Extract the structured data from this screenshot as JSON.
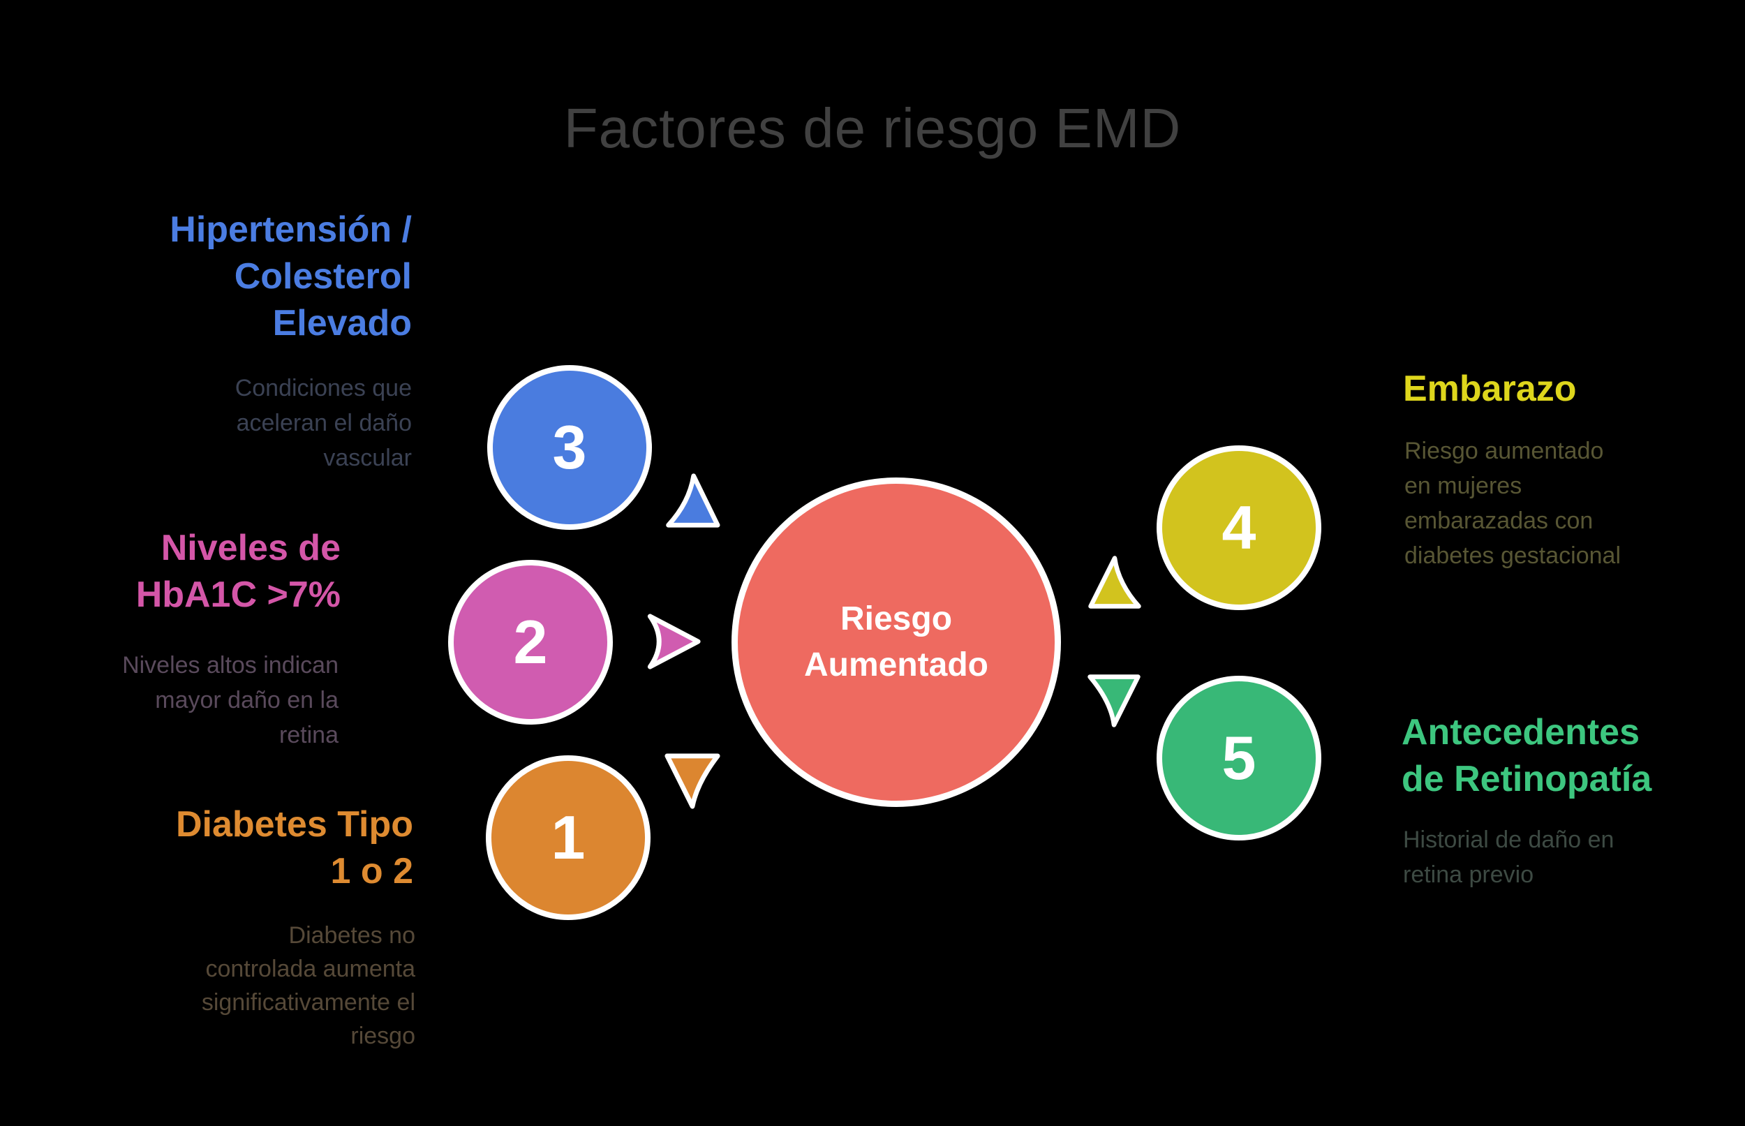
{
  "title": "Factores de riesgo EMD",
  "title_color": "#414141",
  "background_color": "#000000",
  "center": {
    "label": "Riesgo\nAumentado",
    "circle_color": "#ee6a60",
    "text_color": "#ffffff"
  },
  "factors": [
    {
      "number": "1",
      "heading": "Diabetes Tipo\n1 o 2",
      "description": "Diabetes no\ncontrolada aumenta\nsignificativamente el\nriesgo",
      "circle_color": "#dc8630",
      "heading_color": "#de8b31",
      "description_color": "#564938",
      "arrow": "arrow-down"
    },
    {
      "number": "2",
      "heading": "Niveles de\nHbA1C >7%",
      "description": "Niveles altos indican\nmayor daño en la\nretina",
      "circle_color": "#d05cb0",
      "heading_color": "#d456a8",
      "description_color": "#5a4a5c",
      "arrow": "arrow-right"
    },
    {
      "number": "3",
      "heading": "Hipertensión /\nColesterol\nElevado",
      "description": "Condiciones que\naceleran el daño\nvascular",
      "circle_color": "#4a7cdf",
      "heading_color": "#4b7de2",
      "description_color": "#3b4254",
      "arrow": "arrow-up"
    },
    {
      "number": "4",
      "heading": "Embarazo",
      "description": "Riesgo aumentado\nen mujeres\nembarazadas con\ndiabetes gestacional",
      "circle_color": "#d2c31e",
      "heading_color": "#ded61c",
      "description_color": "#585634",
      "arrow": "arrow-up"
    },
    {
      "number": "5",
      "heading": "Antecedentes\nde Retinopatía",
      "description": "Historial de daño en\nretina previo",
      "circle_color": "#38b877",
      "heading_color": "#3dc67f",
      "description_color": "#3d4a43",
      "arrow": "arrow-down"
    }
  ]
}
